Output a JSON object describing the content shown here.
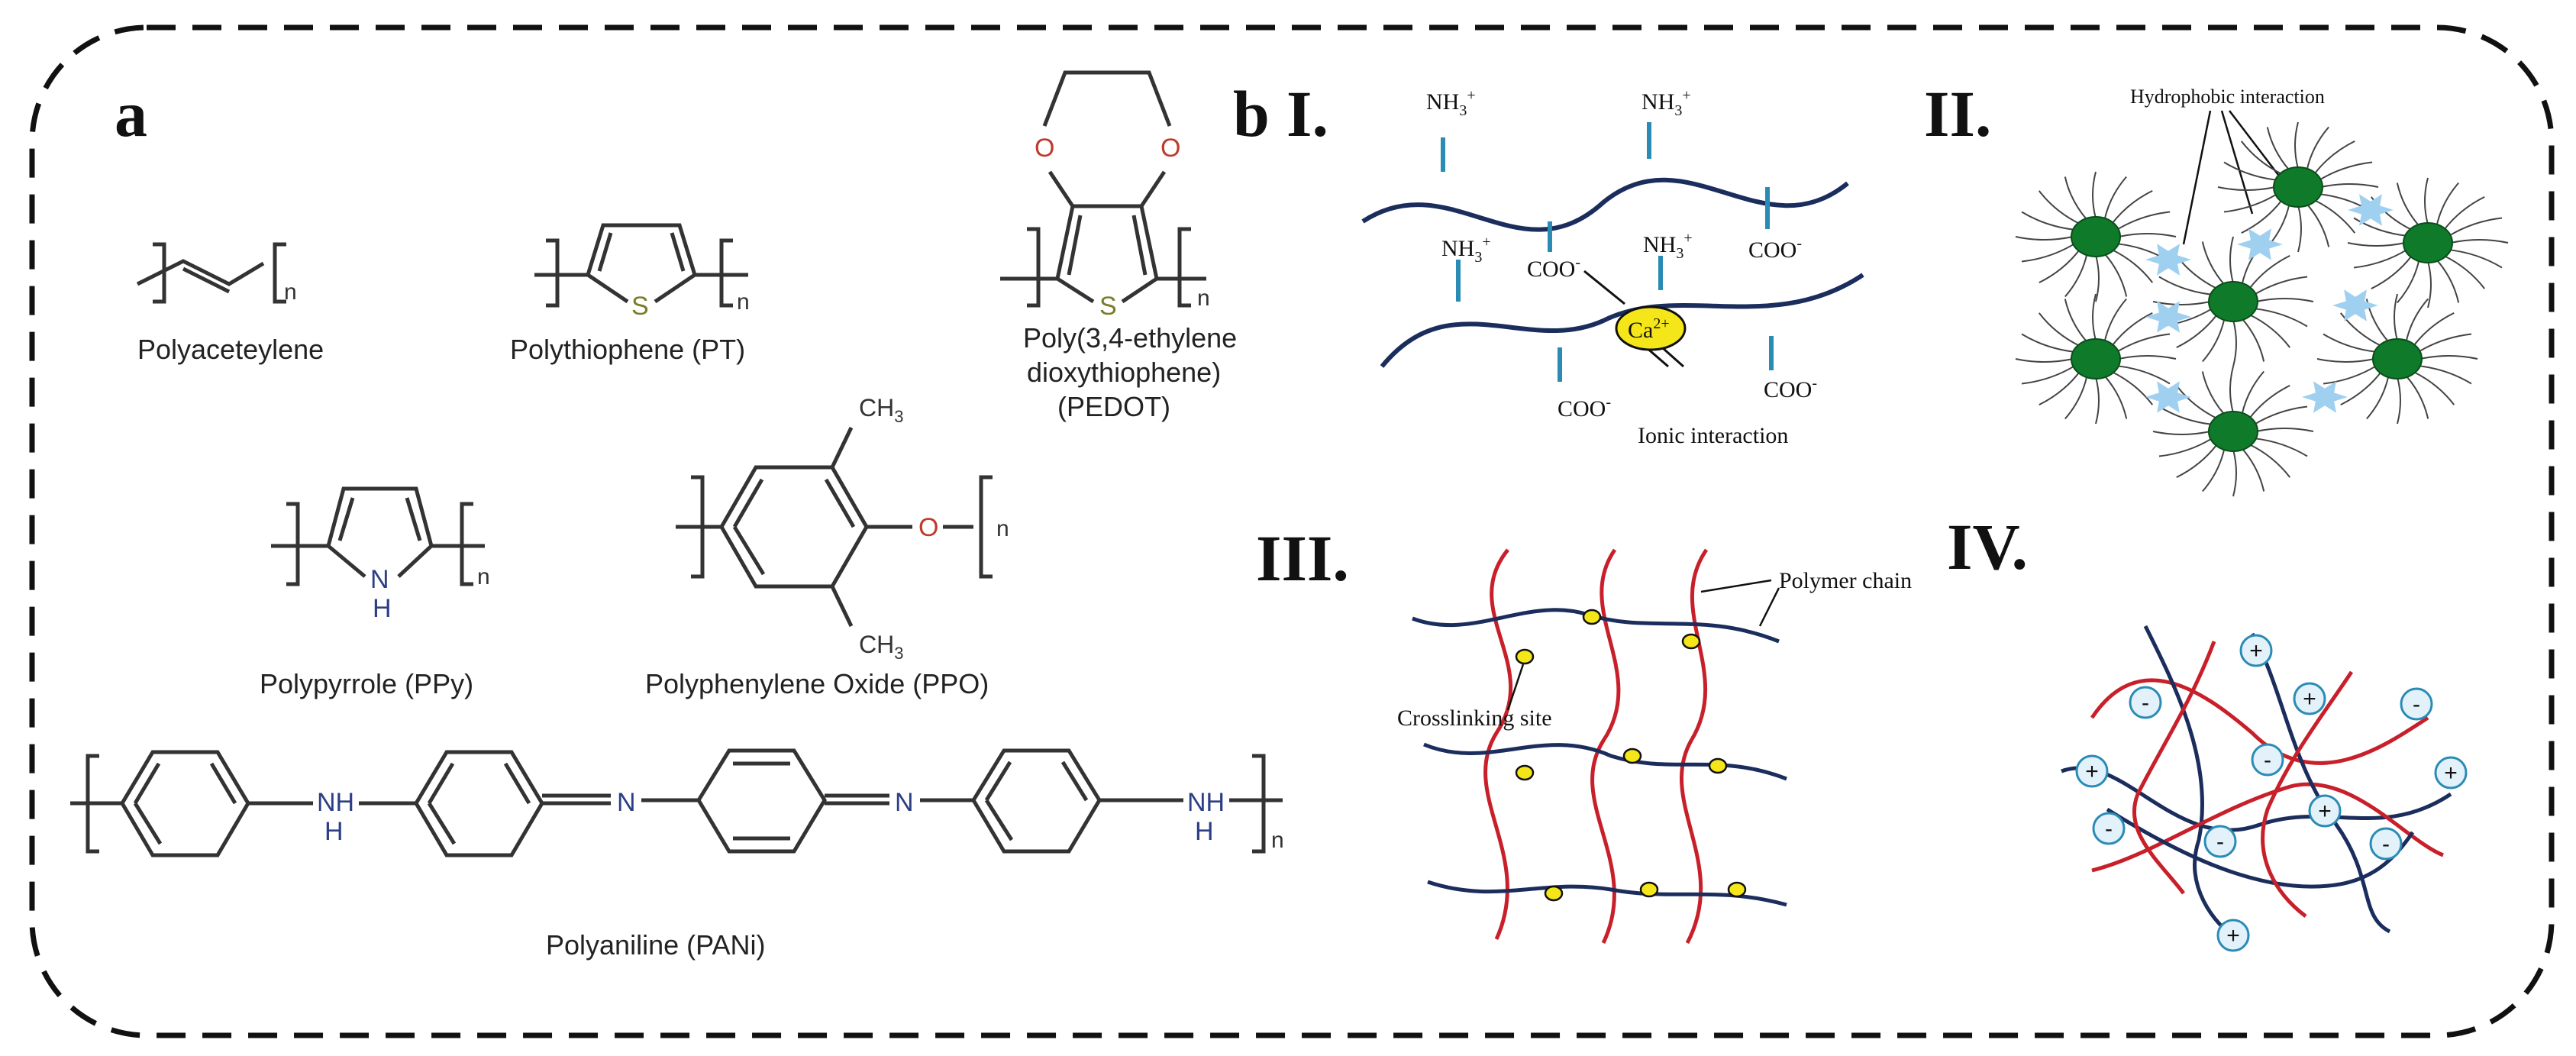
{
  "panel_a": {
    "label": "a",
    "polymers": {
      "polyacetylene": "Polyaceteylene",
      "polythiophene": "Polythiophene (PT)",
      "pedot_1": "Poly(3,4-ethylene",
      "pedot_2": "dioxythiophene)",
      "pedot_3": "(PEDOT)",
      "polypyrrole": "Polypyrrole (PPy)",
      "ppo": "Polyphenylene Oxide (PPO)",
      "pani": "Polyaniline (PANi)"
    },
    "atoms": {
      "s": "S",
      "o": "O",
      "n": "N",
      "h": "H",
      "nh": "NH",
      "ch3": "CH",
      "sub3": "3",
      "rep": "n"
    }
  },
  "panel_b": {
    "label": "b",
    "i": {
      "label": "I.",
      "nh3": "NH",
      "nh3_sub": "3",
      "nh3_sup": "+",
      "coo": "COO",
      "coo_sup": "-",
      "ca": "Ca",
      "ca_sup": "2+",
      "ionic": "Ionic interaction"
    },
    "ii": {
      "label": "II.",
      "hydrophobic": "Hydrophobic  interaction"
    },
    "iii": {
      "label": "III.",
      "polymer_chain": "Polymer chain",
      "crosslinking": "Crosslinking site"
    },
    "iv": {
      "label": "IV.",
      "plus": "+",
      "minus": "-"
    }
  },
  "colors": {
    "navy": "#1b2d5c",
    "red": "#c8202a",
    "green": "#0f7a2a",
    "yellow": "#f5e61a",
    "light_blue": "#9fd0f0",
    "teal": "#2a8bb5",
    "dark_text": "#222222",
    "oxygen": "#c0392b",
    "sulfur": "#7b7b2a",
    "nitrogen": "#2c3e85"
  }
}
